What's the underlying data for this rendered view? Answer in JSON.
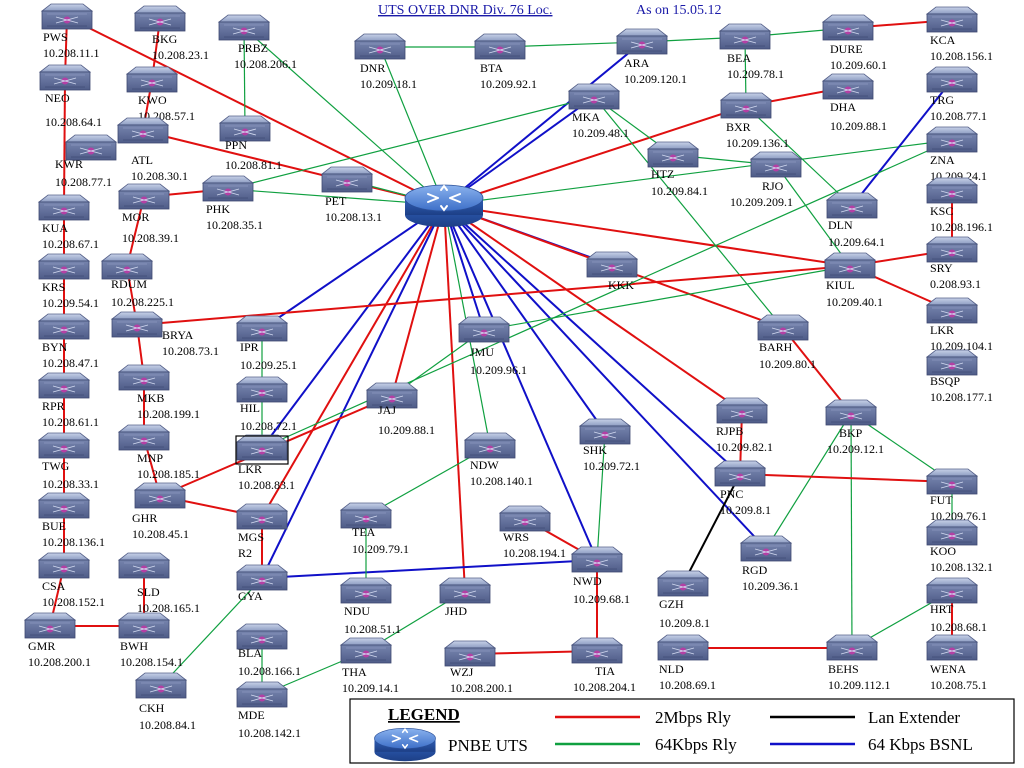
{
  "header": {
    "title": "UTS OVER DNR Div. 76 Loc.",
    "date": "As on 15.05.12"
  },
  "colors": {
    "rly2mbps": "#e01010",
    "rly64kbps": "#10a040",
    "bsnl64kbps": "#1010c8",
    "lanext": "#000000",
    "title": "#1a1aa8",
    "legendTitle": "#e01010"
  },
  "hub": {
    "name": "PNBE UTS"
  },
  "nodes": [
    {
      "id": "PWS",
      "name": "PWS",
      "ip": "10.208.11.1"
    },
    {
      "id": "BKG",
      "name": "BKG",
      "ip": "10.208.23.1"
    },
    {
      "id": "PRBZ",
      "name": "PRBZ",
      "ip": "10.208.206.1"
    },
    {
      "id": "DNR",
      "name": "DNR",
      "ip": "10.209.18.1"
    },
    {
      "id": "BTA",
      "name": "BTA",
      "ip": "10.209.92.1"
    },
    {
      "id": "ARA",
      "name": "ARA",
      "ip": "10.209.120.1"
    },
    {
      "id": "BEA",
      "name": "BEA",
      "ip": "10.209.78.1"
    },
    {
      "id": "DURE",
      "name": "DURE",
      "ip": "10.209.60.1"
    },
    {
      "id": "KCA",
      "name": "KCA",
      "ip": "10.208.156.1"
    },
    {
      "id": "NEO",
      "name": "NEO",
      "ip": "10.208.64.1"
    },
    {
      "id": "KWO",
      "name": "KWO",
      "ip": "10.208.57.1"
    },
    {
      "id": "MKA",
      "name": "MKA",
      "ip": "10.209.48.1"
    },
    {
      "id": "DHA",
      "name": "DHA",
      "ip": "10.209.88.1"
    },
    {
      "id": "TRG",
      "name": "TRG",
      "ip": "10.208.77.1"
    },
    {
      "id": "BXR",
      "name": "BXR",
      "ip": "10.209.136.1"
    },
    {
      "id": "ATL",
      "name": "ATL",
      "ip": "10.208.30.1"
    },
    {
      "id": "PPN",
      "name": "PPN",
      "ip": "10.208.81.1"
    },
    {
      "id": "KWR",
      "name": "KWR",
      "ip": "10.208.77.1"
    },
    {
      "id": "HTZ",
      "name": "HTZ",
      "ip": "10.209.84.1"
    },
    {
      "id": "RJO",
      "name": "RJO",
      "ip": "10.209.209.1"
    },
    {
      "id": "ZNA",
      "name": "ZNA",
      "ip": "10.209.24.1"
    },
    {
      "id": "PHK",
      "name": "PHK",
      "ip": "10.208.35.1"
    },
    {
      "id": "PET",
      "name": "PET",
      "ip": "10.208.13.1"
    },
    {
      "id": "KUA",
      "name": "KUA",
      "ip": "10.208.67.1"
    },
    {
      "id": "MOR",
      "name": "MOR",
      "ip": "10.208.39.1"
    },
    {
      "id": "KSC",
      "name": "KSC",
      "ip": "10.208.196.1"
    },
    {
      "id": "DLN",
      "name": "DLN",
      "ip": "10.209.64.1"
    },
    {
      "id": "RDUM",
      "name": "RDUM",
      "ip": "10.208.225.1"
    },
    {
      "id": "KRS",
      "name": "KRS",
      "ip": "10.209.54.1"
    },
    {
      "id": "KKK",
      "name": "KKK",
      "ip": ""
    },
    {
      "id": "SRY",
      "name": "SRY",
      "ip": "0.208.93.1"
    },
    {
      "id": "KIUL",
      "name": "KIUL",
      "ip": "10.209.40.1"
    },
    {
      "id": "BYN",
      "name": "BYN",
      "ip": "10.208.47.1"
    },
    {
      "id": "BRYA",
      "name": "BRYA",
      "ip": "10.208.73.1"
    },
    {
      "id": "IPR",
      "name": "IPR",
      "ip": "10.209.25.1"
    },
    {
      "id": "JMU",
      "name": "JMU",
      "ip": "10.209.96.1"
    },
    {
      "id": "LKR",
      "name": "LKR",
      "ip": "10.209.104.1"
    },
    {
      "id": "BARH",
      "name": "BARH",
      "ip": "10.209.80.1"
    },
    {
      "id": "BSQP",
      "name": "BSQP",
      "ip": "10.208.177.1"
    },
    {
      "id": "RPR",
      "name": "RPR",
      "ip": "10.208.61.1"
    },
    {
      "id": "MKB",
      "name": "MKB",
      "ip": "10.208.199.1"
    },
    {
      "id": "HIL",
      "name": "HIL",
      "ip": "10.208.72.1"
    },
    {
      "id": "JAJ",
      "name": "JAJ",
      "ip": "10.209.88.1"
    },
    {
      "id": "RJPB",
      "name": "RJPB",
      "ip": "10.209.82.1"
    },
    {
      "id": "BKP",
      "name": "BKP",
      "ip": "10.209.12.1"
    },
    {
      "id": "TWG",
      "name": "TWG",
      "ip": "10.208.33.1"
    },
    {
      "id": "MNP",
      "name": "MNP",
      "ip": "10.208.185.1"
    },
    {
      "id": "LKR2",
      "name": "LKR",
      "ip": "10.208.83.1"
    },
    {
      "id": "NDW",
      "name": "NDW",
      "ip": "10.208.140.1"
    },
    {
      "id": "SHK",
      "name": "SHK",
      "ip": "10.209.72.1"
    },
    {
      "id": "PNC",
      "name": "PNC",
      "ip": "10.209.8.1"
    },
    {
      "id": "FUT",
      "name": "FUT",
      "ip": "10.209.76.1"
    },
    {
      "id": "BUE",
      "name": "BUE",
      "ip": "10.208.136.1"
    },
    {
      "id": "GHR",
      "name": "GHR",
      "ip": "10.208.45.1"
    },
    {
      "id": "MGS",
      "name": "MGS",
      "ip": "R2"
    },
    {
      "id": "TEA",
      "name": "TEA",
      "ip": "10.209.79.1"
    },
    {
      "id": "WRS",
      "name": "WRS",
      "ip": "10.208.194.1"
    },
    {
      "id": "KOO",
      "name": "KOO",
      "ip": "10.208.132.1"
    },
    {
      "id": "CSA",
      "name": "CSA",
      "ip": "10.208.152.1"
    },
    {
      "id": "SLD",
      "name": "SLD",
      "ip": "10.208.165.1"
    },
    {
      "id": "GYA",
      "name": "GYA",
      "ip": ""
    },
    {
      "id": "RGD",
      "name": "RGD",
      "ip": "10.209.36.1"
    },
    {
      "id": "NWD",
      "name": "NWD",
      "ip": "10.209.68.1"
    },
    {
      "id": "NDU",
      "name": "NDU",
      "ip": "10.208.51.1"
    },
    {
      "id": "JHD",
      "name": "JHD",
      "ip": ""
    },
    {
      "id": "GZH",
      "name": "GZH",
      "ip": "10.209.8.1"
    },
    {
      "id": "HRT",
      "name": "HRT",
      "ip": "10.208.68.1"
    },
    {
      "id": "GMR",
      "name": "GMR",
      "ip": "10.208.200.1"
    },
    {
      "id": "BWH",
      "name": "BWH",
      "ip": "10.208.154.1"
    },
    {
      "id": "BLA",
      "name": "BLA",
      "ip": "10.208.166.1"
    },
    {
      "id": "THA",
      "name": "THA",
      "ip": "10.209.14.1"
    },
    {
      "id": "WZJ",
      "name": "WZJ",
      "ip": "10.208.200.1"
    },
    {
      "id": "TIA",
      "name": "TIA",
      "ip": "10.208.204.1"
    },
    {
      "id": "NLD",
      "name": "NLD",
      "ip": "10.208.69.1"
    },
    {
      "id": "BEHS",
      "name": "BEHS",
      "ip": "10.209.112.1"
    },
    {
      "id": "WENA",
      "name": "WENA",
      "ip": "10.208.75.1"
    },
    {
      "id": "CKH",
      "name": "CKH",
      "ip": "10.208.84.1"
    },
    {
      "id": "MDE",
      "name": "MDE",
      "ip": "10.208.142.1"
    }
  ],
  "links": [
    {
      "a": "HUB",
      "b": "PWS",
      "t": "r"
    },
    {
      "a": "HUB",
      "b": "PRBZ",
      "t": "g"
    },
    {
      "a": "HUB",
      "b": "DNR",
      "t": "g"
    },
    {
      "a": "HUB",
      "b": "ARA",
      "t": "b"
    },
    {
      "a": "HUB",
      "b": "MKA",
      "t": "b"
    },
    {
      "a": "HUB",
      "b": "BXR",
      "t": "r"
    },
    {
      "a": "HUB",
      "b": "PHK",
      "t": "g"
    },
    {
      "a": "HUB",
      "b": "ATL",
      "t": "r"
    },
    {
      "a": "HUB",
      "b": "PET",
      "t": "g"
    },
    {
      "a": "HUB",
      "b": "KKK",
      "t": "b"
    },
    {
      "a": "HUB",
      "b": "KIUL",
      "t": "r"
    },
    {
      "a": "HUB",
      "b": "IPR",
      "t": "b"
    },
    {
      "a": "HUB",
      "b": "JMU",
      "t": "b"
    },
    {
      "a": "HUB",
      "b": "JAJ",
      "t": "r"
    },
    {
      "a": "HUB",
      "b": "RJPB",
      "t": "r"
    },
    {
      "a": "HUB",
      "b": "LKR2",
      "t": "b"
    },
    {
      "a": "HUB",
      "b": "SHK",
      "t": "b"
    },
    {
      "a": "HUB",
      "b": "PNC",
      "t": "b"
    },
    {
      "a": "HUB",
      "b": "MGS",
      "t": "r"
    },
    {
      "a": "HUB",
      "b": "GYA",
      "t": "b"
    },
    {
      "a": "HUB",
      "b": "RGD",
      "t": "b"
    },
    {
      "a": "HUB",
      "b": "NWD",
      "t": "b"
    },
    {
      "a": "HUB",
      "b": "JHD",
      "t": "r"
    },
    {
      "a": "HUB",
      "b": "NDW",
      "t": "g"
    },
    {
      "a": "HUB",
      "b": "BARH",
      "t": "r"
    },
    {
      "a": "HUB",
      "b": "ZNA",
      "t": "g"
    },
    {
      "a": "DNR",
      "b": "BTA",
      "t": "g"
    },
    {
      "a": "BTA",
      "b": "ARA",
      "t": "g"
    },
    {
      "a": "ARA",
      "b": "BEA",
      "t": "g"
    },
    {
      "a": "BEA",
      "b": "DURE",
      "t": "g"
    },
    {
      "a": "DURE",
      "b": "KCA",
      "t": "r"
    },
    {
      "a": "BEA",
      "b": "BXR",
      "t": "g"
    },
    {
      "a": "BXR",
      "b": "DHA",
      "t": "r"
    },
    {
      "a": "BXR",
      "b": "DLN",
      "t": "g"
    },
    {
      "a": "DLN",
      "b": "TRG",
      "t": "b"
    },
    {
      "a": "MKA",
      "b": "HTZ",
      "t": "g"
    },
    {
      "a": "HTZ",
      "b": "RJO",
      "t": "g"
    },
    {
      "a": "MKA",
      "b": "PHK",
      "t": "g"
    },
    {
      "a": "MKA",
      "b": "BARH",
      "t": "g"
    },
    {
      "a": "RJO",
      "b": "KIUL",
      "t": "g"
    },
    {
      "a": "PWS",
      "b": "NEO",
      "t": "r"
    },
    {
      "a": "NEO",
      "b": "KUA",
      "t": "r"
    },
    {
      "a": "KUA",
      "b": "KRS",
      "t": "r"
    },
    {
      "a": "KRS",
      "b": "BYN",
      "t": "r"
    },
    {
      "a": "BYN",
      "b": "RPR",
      "t": "r"
    },
    {
      "a": "RPR",
      "b": "TWG",
      "t": "r"
    },
    {
      "a": "TWG",
      "b": "BUE",
      "t": "r"
    },
    {
      "a": "BUE",
      "b": "CSA",
      "t": "r"
    },
    {
      "a": "CSA",
      "b": "GMR",
      "t": "r"
    },
    {
      "a": "GMR",
      "b": "BWH",
      "t": "r"
    },
    {
      "a": "BWH",
      "b": "SLD",
      "t": "r"
    },
    {
      "a": "BKG",
      "b": "KWO",
      "t": "r"
    },
    {
      "a": "KWO",
      "b": "ATL",
      "t": "r"
    },
    {
      "a": "PRBZ",
      "b": "PPN",
      "t": "g"
    },
    {
      "a": "PHK",
      "b": "MOR",
      "t": "r"
    },
    {
      "a": "MOR",
      "b": "RDUM",
      "t": "r"
    },
    {
      "a": "RDUM",
      "b": "BRYA",
      "t": "r"
    },
    {
      "a": "BRYA",
      "b": "MKB",
      "t": "r"
    },
    {
      "a": "MKB",
      "b": "MNP",
      "t": "r"
    },
    {
      "a": "MNP",
      "b": "GHR",
      "t": "r"
    },
    {
      "a": "GHR",
      "b": "JAJ",
      "t": "r"
    },
    {
      "a": "BRYA",
      "b": "KIUL",
      "t": "r"
    },
    {
      "a": "IPR",
      "b": "HIL",
      "t": "g"
    },
    {
      "a": "HIL",
      "b": "LKR2",
      "t": "g"
    },
    {
      "a": "KIUL",
      "b": "SRY",
      "t": "r"
    },
    {
      "a": "KIUL",
      "b": "LKR",
      "t": "r"
    },
    {
      "a": "BARH",
      "b": "BKP",
      "t": "r"
    },
    {
      "a": "BKP",
      "b": "FUT",
      "t": "g"
    },
    {
      "a": "BKP",
      "b": "RGD",
      "t": "g"
    },
    {
      "a": "BKP",
      "b": "BEHS",
      "t": "g"
    },
    {
      "a": "RJPB",
      "b": "PNC",
      "t": "r"
    },
    {
      "a": "PNC",
      "b": "FUT",
      "t": "r"
    },
    {
      "a": "PNC",
      "b": "GZH",
      "t": "k"
    },
    {
      "a": "FUT",
      "b": "KOO",
      "t": "g"
    },
    {
      "a": "HRT",
      "b": "WENA",
      "t": "r"
    },
    {
      "a": "HRT",
      "b": "BEHS",
      "t": "g"
    },
    {
      "a": "NLD",
      "b": "BEHS",
      "t": "r"
    },
    {
      "a": "MGS",
      "b": "GHR",
      "t": "r"
    },
    {
      "a": "MGS",
      "b": "GYA",
      "t": "r"
    },
    {
      "a": "GYA",
      "b": "NWD",
      "t": "b"
    },
    {
      "a": "GYA",
      "b": "CKH",
      "t": "g"
    },
    {
      "a": "SHK",
      "b": "NWD",
      "t": "g"
    },
    {
      "a": "WRS",
      "b": "NWD",
      "t": "r"
    },
    {
      "a": "NWD",
      "b": "TIA",
      "t": "r"
    },
    {
      "a": "WZJ",
      "b": "TIA",
      "t": "r"
    },
    {
      "a": "JHD",
      "b": "THA",
      "t": "g"
    },
    {
      "a": "THA",
      "b": "MDE",
      "t": "g"
    },
    {
      "a": "BLA",
      "b": "MDE",
      "t": "g"
    },
    {
      "a": "TEA",
      "b": "NDU",
      "t": "g"
    },
    {
      "a": "TEA",
      "b": "NDW",
      "t": "g"
    },
    {
      "a": "LKR2",
      "b": "ZNA",
      "t": "g"
    },
    {
      "a": "JMU",
      "b": "KIUL",
      "t": "g"
    },
    {
      "a": "JAJ",
      "b": "JMU",
      "t": "g"
    },
    {
      "a": "KSC",
      "b": "SRY",
      "t": "r"
    }
  ],
  "legend": {
    "title": "LEGEND",
    "hub_label": "PNBE UTS",
    "items": [
      {
        "label": "2Mbps Rly",
        "t": "r"
      },
      {
        "label": "Lan Extender",
        "t": "k"
      },
      {
        "label": "64Kbps Rly",
        "t": "g"
      },
      {
        "label": "64 Kbps BSNL",
        "t": "b"
      }
    ]
  }
}
